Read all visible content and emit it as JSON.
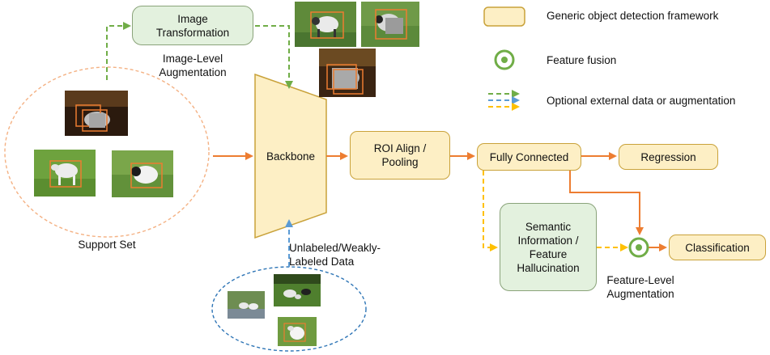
{
  "nodes": {
    "image_transformation": "Image\nTransformation",
    "image_level_augmentation": "Image-Level\nAugmentation",
    "backbone": "Backbone",
    "roi_align": "ROI Align /\nPooling",
    "fully_connected": "Fully Connected",
    "regression": "Regression",
    "classification": "Classification",
    "semantic_info": "Semantic\nInformation /\nFeature\nHallucination",
    "feature_level_augmentation": "Feature-Level\nAugmentation",
    "support_set": "Support Set",
    "unlabeled_data": "Unlabeled/Weakly-\nLabeled Data"
  },
  "legend": {
    "generic_framework": "Generic object detection framework",
    "feature_fusion": "Feature fusion",
    "optional_external": "Optional external data or augmentation"
  },
  "colors": {
    "orange_arrow": "#ed7d31",
    "green_dashed": "#70ad47",
    "blue_dashed": "#5b9bd5",
    "yellow_dashed": "#ffc000",
    "framework_fill": "#fdefc5",
    "framework_border": "#c9a23a",
    "semantic_fill": "#e3f1de",
    "fusion_ring": "#70ad47"
  },
  "icons": {
    "photos": "sheep-photo",
    "fusion": "feature-fusion-icon"
  }
}
